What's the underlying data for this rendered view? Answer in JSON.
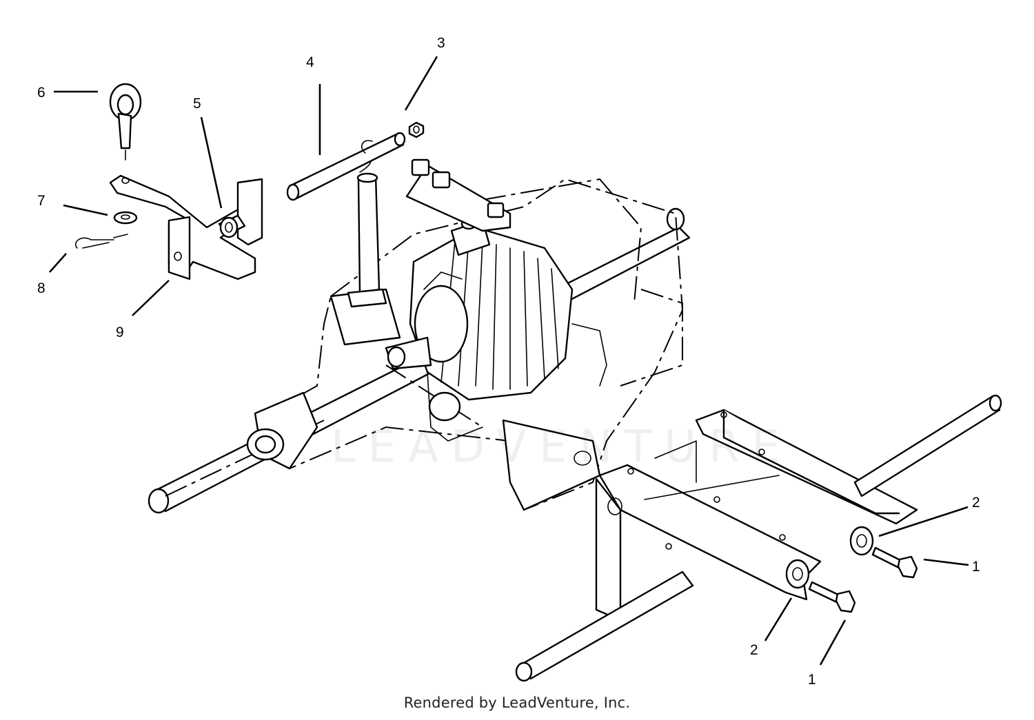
{
  "callouts": [
    {
      "label": "1"
    },
    {
      "label": "1"
    },
    {
      "label": "2"
    },
    {
      "label": "2"
    },
    {
      "label": "3"
    },
    {
      "label": "4"
    },
    {
      "label": "5"
    },
    {
      "label": "6"
    },
    {
      "label": "7"
    },
    {
      "label": "8"
    },
    {
      "label": "9"
    }
  ],
  "watermark": "LEADVENTURE",
  "footer": "Rendered by LeadVenture, Inc."
}
